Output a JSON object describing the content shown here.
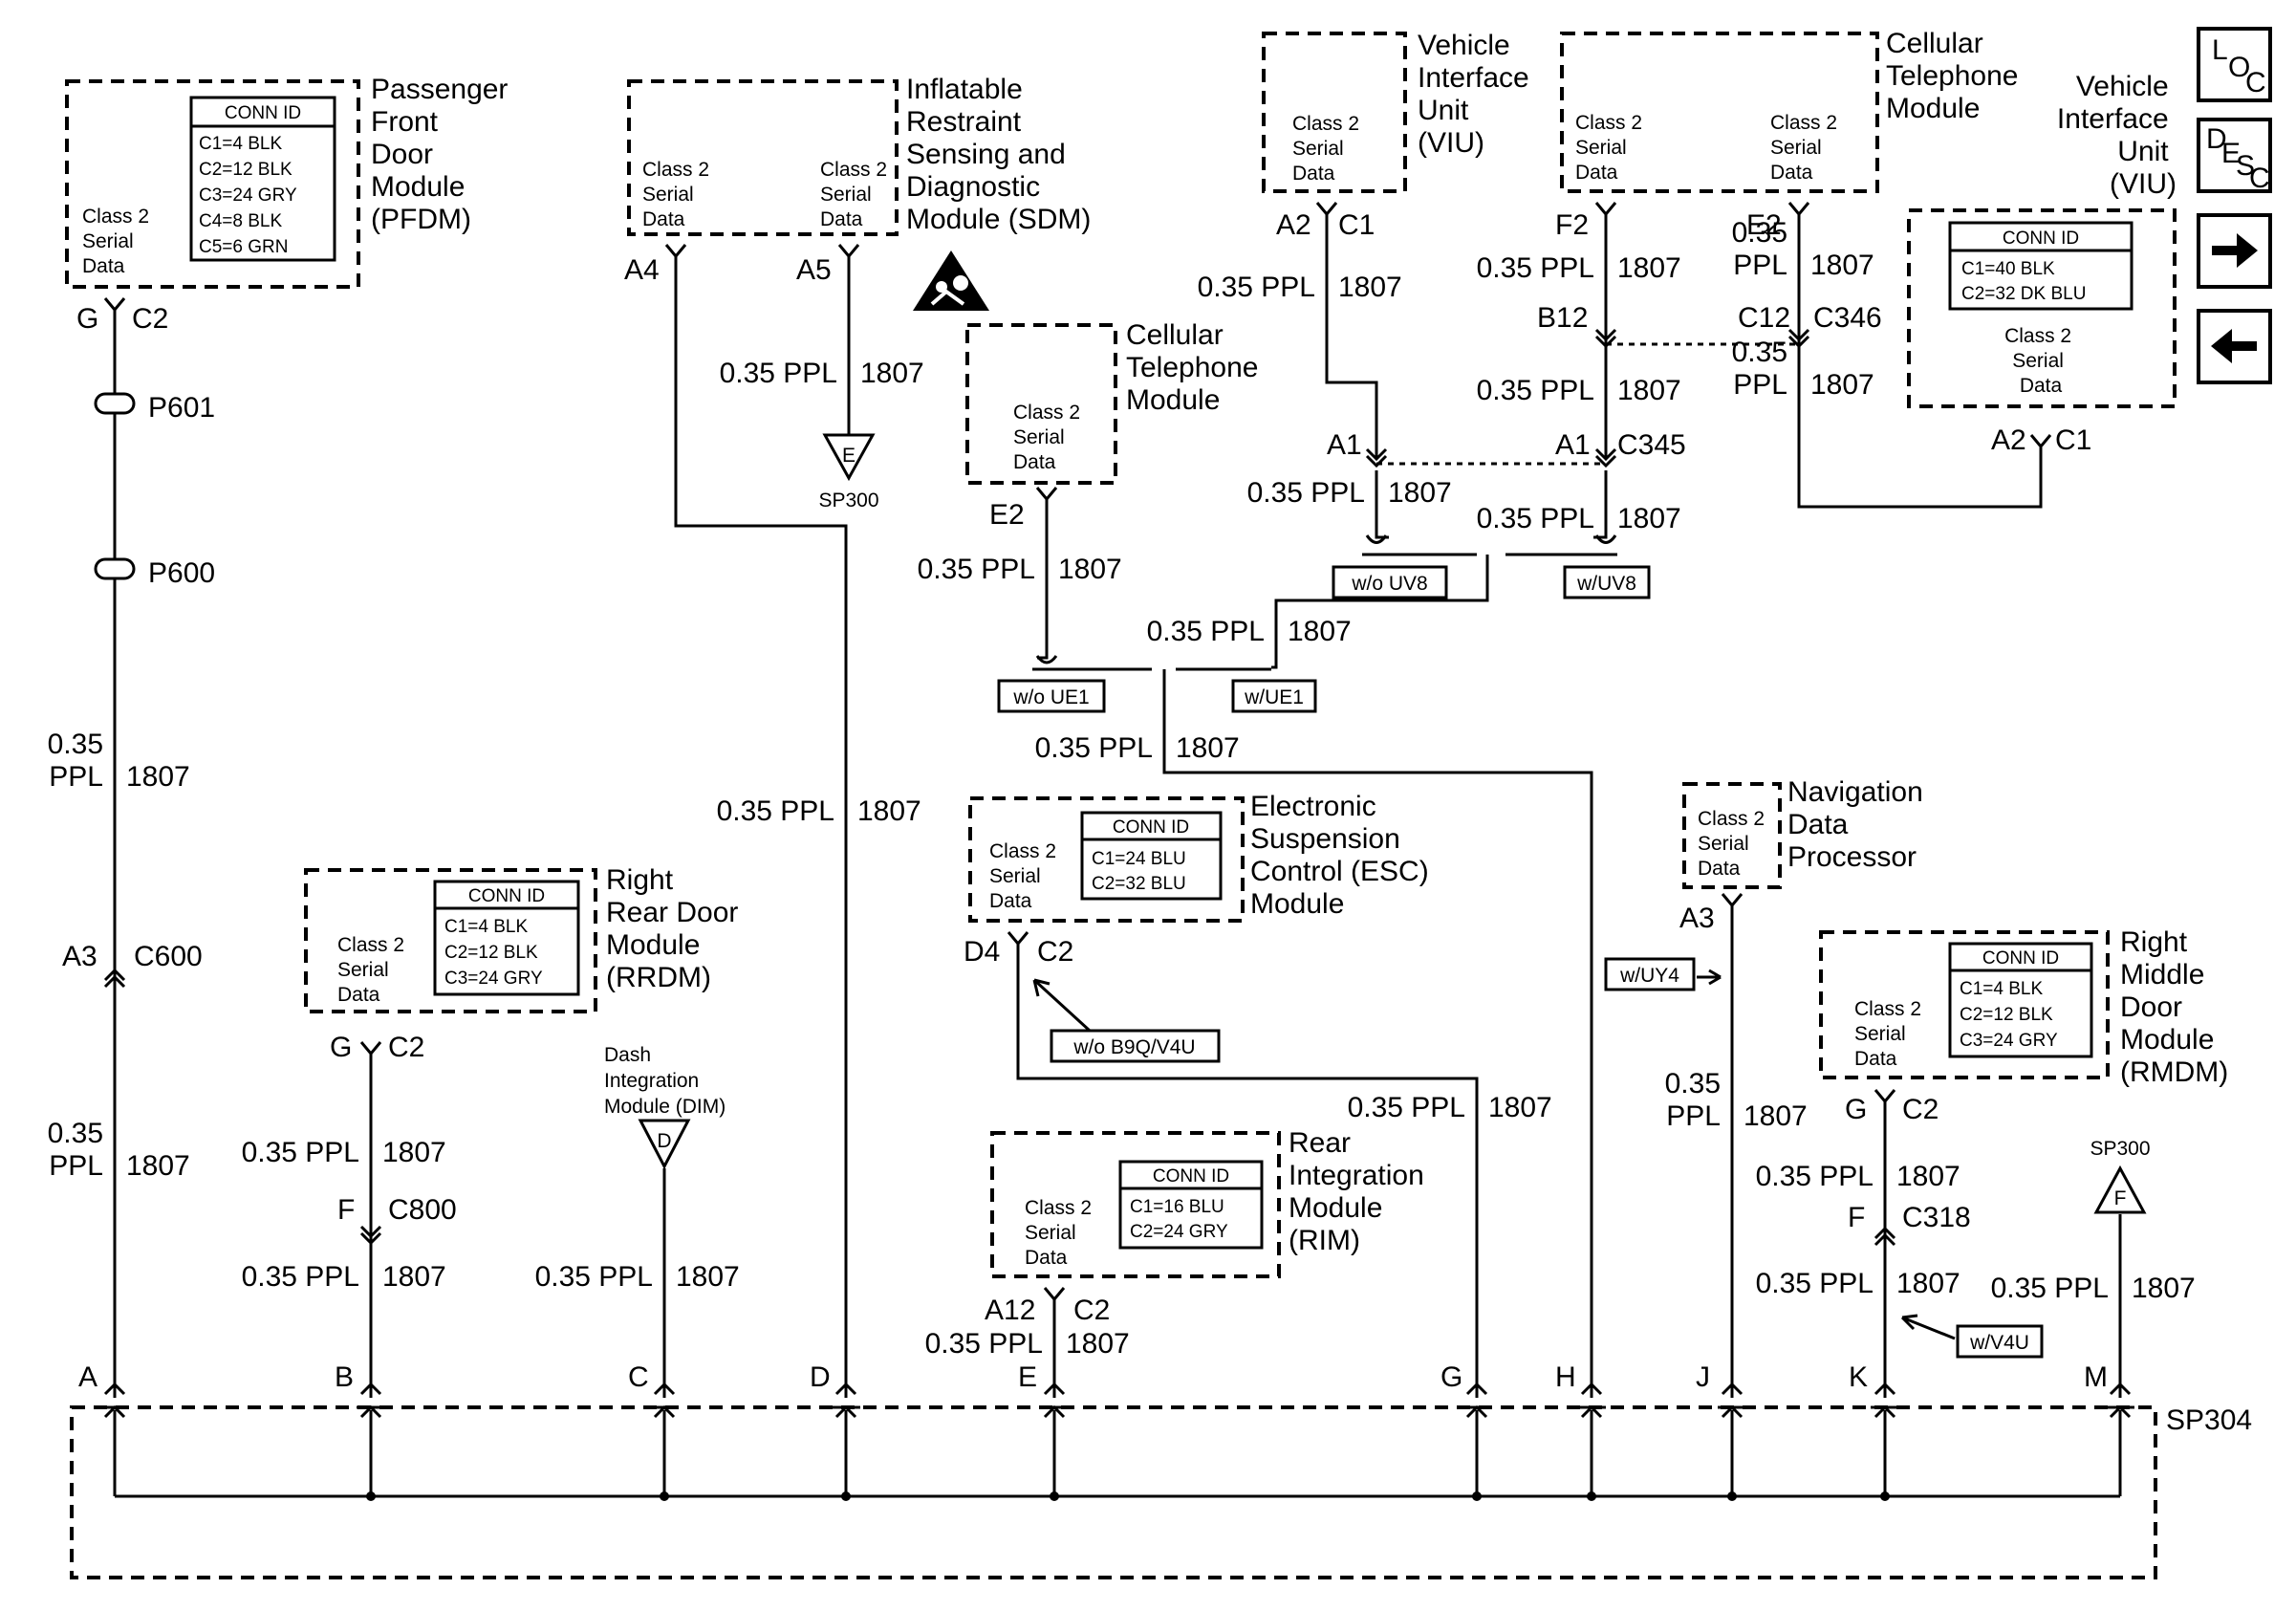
{
  "wire": {
    "gauge": "0.35 PPL",
    "circuit": "1807"
  },
  "class2": [
    "Class 2",
    "Serial",
    "Data"
  ],
  "class2_one_line": "Class 2",
  "conn_id_title": "CONN ID",
  "splice_main": "SP304",
  "splice_sp300": "SP300",
  "splice_letters": {
    "e": "E",
    "d": "D",
    "f": "F"
  },
  "dim_label": [
    "Dash",
    "Integration",
    "Module (DIM)"
  ],
  "nav": {
    "loc": {
      "l": "L",
      "o": "O",
      "c": "C"
    },
    "desc": {
      "d": "D",
      "e": "E",
      "s": "S",
      "c": "C"
    },
    "next": "→",
    "prev": "←"
  },
  "modules": {
    "pfdm": {
      "name": [
        "Passenger",
        "Front",
        "Door",
        "Module",
        "(PFDM)"
      ],
      "conn": [
        "C1=4 BLK",
        "C2=12 BLK",
        "C3=24 GRY",
        "C4=8 BLK",
        "C5=6 GRN"
      ]
    },
    "sdm": {
      "name": [
        "Inflatable",
        "Restraint",
        "Sensing and",
        "Diagnostic",
        "Module (SDM)"
      ]
    },
    "viu_top": {
      "name": [
        "Vehicle",
        "Interface",
        "Unit",
        "(VIU)"
      ]
    },
    "ctm_top": {
      "name": [
        "Cellular",
        "Telephone",
        "Module"
      ]
    },
    "viu_right": {
      "name": [
        "Vehicle",
        "Interface",
        "Unit",
        "(VIU)"
      ],
      "conn": [
        "C1=40 BLK",
        "C2=32 DK BLU"
      ]
    },
    "ctm_mid": {
      "name": [
        "Cellular",
        "Telephone",
        "Module"
      ]
    },
    "rrdm": {
      "name": [
        "Right",
        "Rear Door",
        "Module",
        "(RRDM)"
      ],
      "conn": [
        "C1=4 BLK",
        "C2=12 BLK",
        "C3=24 GRY"
      ]
    },
    "esc": {
      "name": [
        "Electronic",
        "Suspension",
        "Control (ESC)",
        "Module"
      ],
      "conn": [
        "C1=24 BLU",
        "C2=32 BLU"
      ]
    },
    "ndp": {
      "name": [
        "Navigation",
        "Data",
        "Processor"
      ]
    },
    "rmdm": {
      "name": [
        "Right",
        "Middle",
        "Door",
        "Module",
        "(RMDM)"
      ],
      "conn": [
        "C1=4 BLK",
        "C2=12 BLK",
        "C3=24 GRY"
      ]
    },
    "rim": {
      "name": [
        "Rear",
        "Integration",
        "Module",
        "(RIM)"
      ],
      "conn": [
        "C1=16 BLU",
        "C2=24 GRY"
      ]
    }
  },
  "pins": {
    "pfdm_g": "G",
    "pfdm_c2": "C2",
    "sdm_a4": "A4",
    "sdm_a5": "A5",
    "viu_a2": "A2",
    "viu_c1": "C1",
    "ctm_f2": "F2",
    "ctm_e2": "E2",
    "c346_c12": "C12",
    "c346": "C346",
    "c346_b12": "B12",
    "c345_a1l": "A1",
    "c345_a1r": "A1",
    "c345": "C345",
    "viu2_a2": "A2",
    "viu2_c1": "C1",
    "ctm2_e2": "E2",
    "p601": "P601",
    "p600": "P600",
    "c600_a3": "A3",
    "c600": "C600",
    "rrdm_g": "G",
    "rrdm_c2": "C2",
    "c800_f": "F",
    "c800": "C800",
    "esc_d4": "D4",
    "esc_c2": "C2",
    "ndp_a3": "A3",
    "rmdm_g": "G",
    "rmdm_c2": "C2",
    "c318_f": "F",
    "c318": "C318",
    "rim_a12": "A12",
    "rim_c2": "C2"
  },
  "options": {
    "wo_uv8": "w/o UV8",
    "w_uv8": "w/UV8",
    "wo_ue1": "w/o UE1",
    "w_ue1": "w/UE1",
    "wo_b9q": "w/o B9Q/V4U",
    "w_uy4": "w/UY4",
    "w_v4u": "w/V4U"
  },
  "bus_letters": [
    "A",
    "B",
    "C",
    "D",
    "E",
    "G",
    "H",
    "J",
    "K",
    "M"
  ]
}
